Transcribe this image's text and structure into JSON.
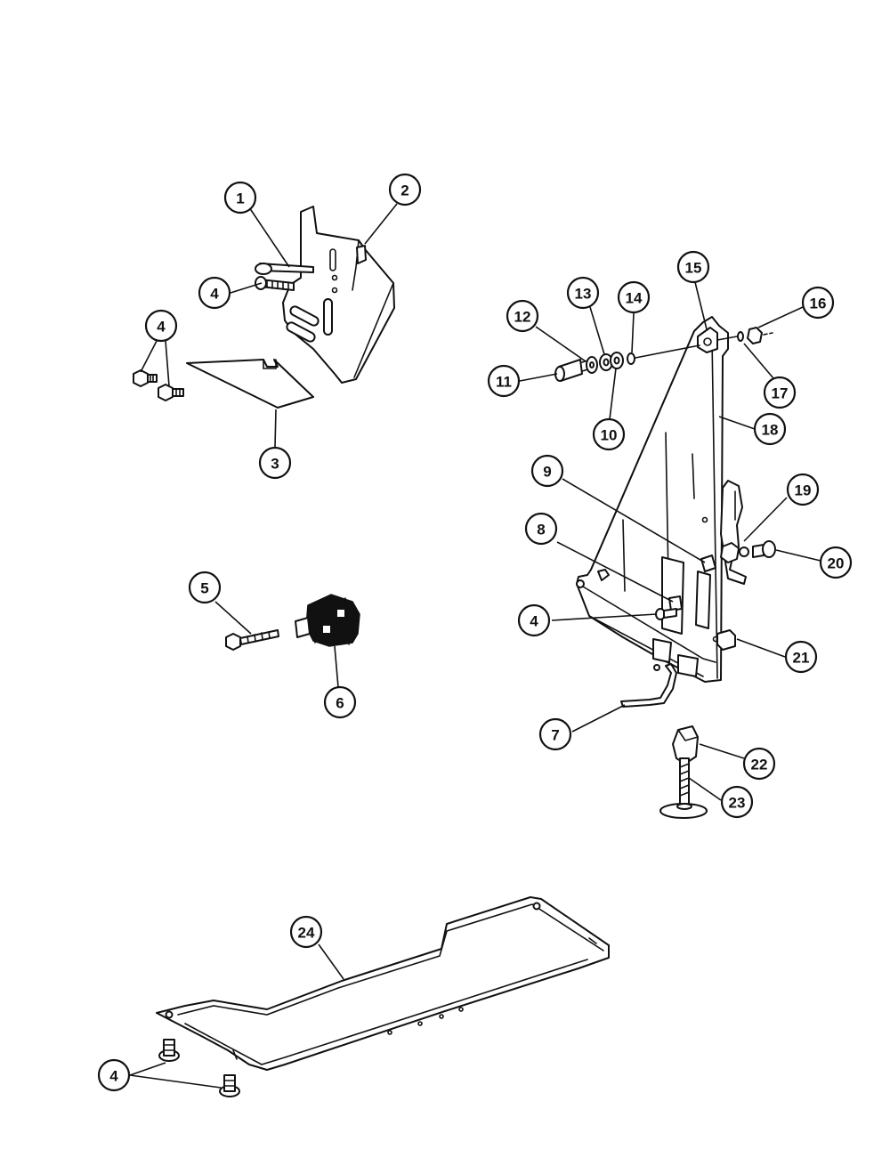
{
  "diagram": {
    "type": "exploded-parts-view",
    "line_color": "#111111",
    "background": "#ffffff"
  },
  "callouts": [
    {
      "key": "c1",
      "label": "1"
    },
    {
      "key": "c2",
      "label": "2"
    },
    {
      "key": "c4a",
      "label": "4"
    },
    {
      "key": "c4b",
      "label": "4"
    },
    {
      "key": "c3",
      "label": "3"
    },
    {
      "key": "c5",
      "label": "5"
    },
    {
      "key": "c6",
      "label": "6"
    },
    {
      "key": "c15",
      "label": "15"
    },
    {
      "key": "c13",
      "label": "13"
    },
    {
      "key": "c14",
      "label": "14"
    },
    {
      "key": "c12",
      "label": "12"
    },
    {
      "key": "c16",
      "label": "16"
    },
    {
      "key": "c11",
      "label": "11"
    },
    {
      "key": "c17",
      "label": "17"
    },
    {
      "key": "c10",
      "label": "10"
    },
    {
      "key": "c18",
      "label": "18"
    },
    {
      "key": "c9",
      "label": "9"
    },
    {
      "key": "c19",
      "label": "19"
    },
    {
      "key": "c8",
      "label": "8"
    },
    {
      "key": "c20",
      "label": "20"
    },
    {
      "key": "c4c",
      "label": "4"
    },
    {
      "key": "c21",
      "label": "21"
    },
    {
      "key": "c7",
      "label": "7"
    },
    {
      "key": "c22",
      "label": "22"
    },
    {
      "key": "c23",
      "label": "23"
    },
    {
      "key": "c24",
      "label": "24"
    },
    {
      "key": "c4d",
      "label": "4"
    }
  ]
}
